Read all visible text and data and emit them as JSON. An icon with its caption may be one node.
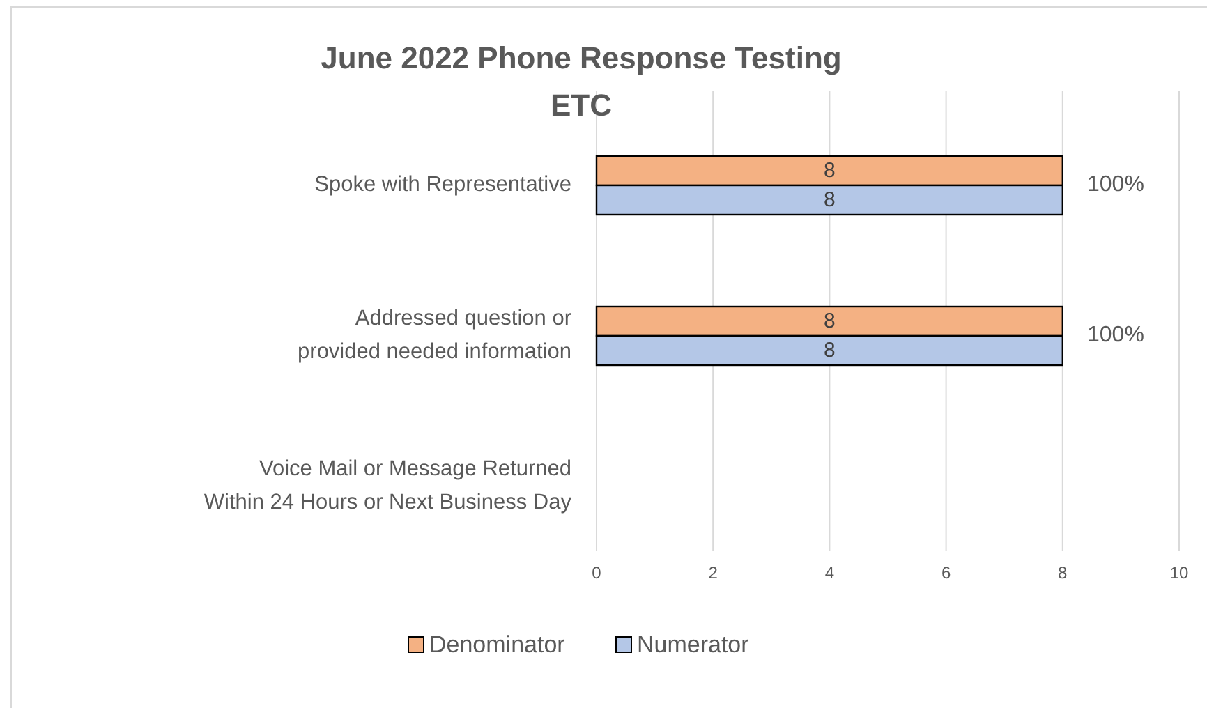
{
  "diagram": {
    "chart_data": {
      "type": "bar",
      "orientation": "horizontal",
      "title": "June 2022 Phone Response Testing ETC",
      "categories": [
        "Spoke with Representative",
        "Addressed question or provided needed information",
        "Voice Mail or Message Returned Within 24 Hours or Next Business Day"
      ],
      "series": [
        {
          "name": "Denominator",
          "color": "#f4b183",
          "values": [
            8,
            8,
            null
          ]
        },
        {
          "name": "Numerator",
          "color": "#b4c7e7",
          "values": [
            8,
            8,
            null
          ]
        }
      ],
      "xlim": [
        0,
        10
      ],
      "xticks": [
        0,
        2,
        4,
        6,
        8,
        10
      ],
      "data_labels": true,
      "grid": true,
      "legend": true,
      "annotations": [
        "100%",
        "100%"
      ]
    }
  }
}
